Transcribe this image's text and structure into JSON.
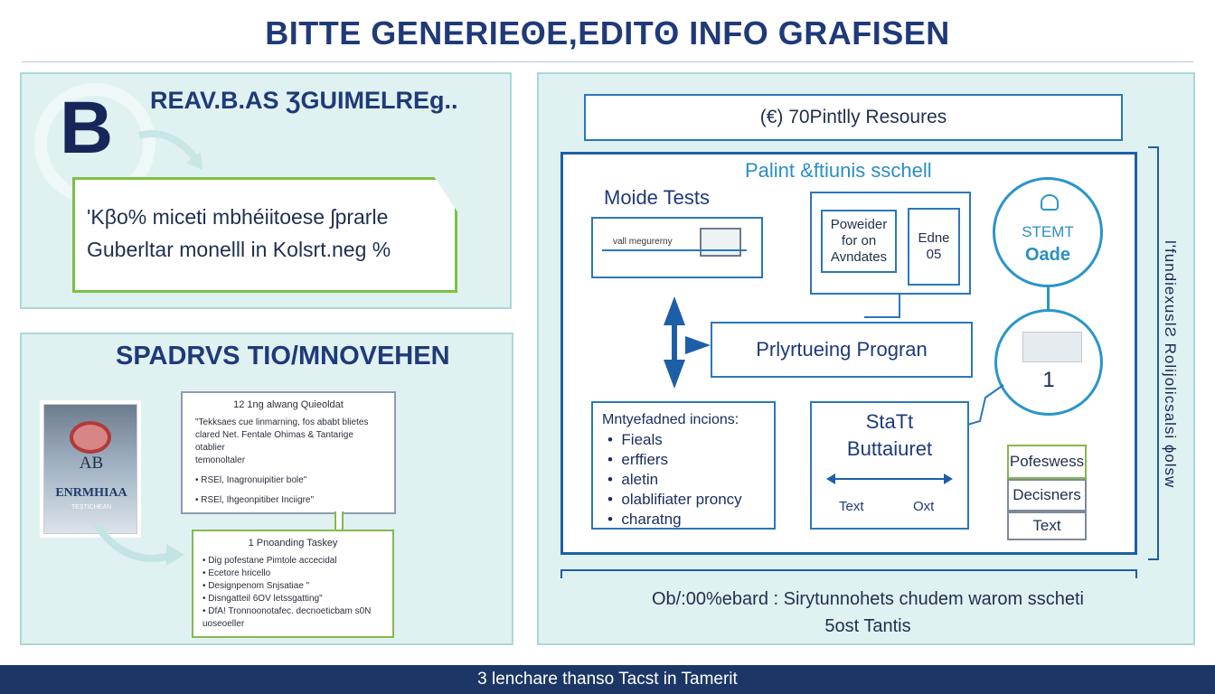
{
  "header": {
    "title": "BITTE GENERIEʘE,EDITʘ INFO GRAFISEN"
  },
  "left_top": {
    "badge_letter": "B",
    "heading": "REAV.B.AS ƷGUIMELREg..",
    "callout_line1": "'Kβo% miceti mbhéiitoese ʃprarle",
    "callout_line2": "Guberltar monelll in Kolsrt.neg %"
  },
  "left_bottom": {
    "heading": "SPADRVS TIO/MNOVEHEN",
    "book_line1": "AB",
    "book_line2": "ENRMHIAA",
    "book_line3": "TESTICHEAN",
    "card1": {
      "title": "12 1ng alwang Quieoldat",
      "line1": "\"Tekksaes cue linmarning, fos ababt blietes",
      "line2": "clared Net. Fentale Ohimas & Tantarige otablier",
      "line3": "temonoltaler",
      "line4": "• RSEl, Inagronuipitier bole\"",
      "line5": "• RSEl, Ihgeonpitiber Inciigre\""
    },
    "card2": {
      "title": "1 Pnoanding Taskey",
      "line1": "• Dig pofestane Pimtole accecidal",
      "line2": "• Ecetore hricello",
      "line3": "• Designpenom Snjsatiae \"",
      "line4": "• Disngatteil 6OV letssgatting\"",
      "line5": "• DfA! Tronnoonotafec. decnoeticbam s0N",
      "line6": "uoseoeller"
    }
  },
  "right": {
    "top_box": "(€) 70Pintlly Resoures",
    "inner_title": "Palint &ftiunis sschell",
    "mode_tests": "Moide Tests",
    "mode_tests_sub": "vall megurerny",
    "powder_card": "Poweider for on Avndates",
    "edn_card": "Edne 05",
    "circle_top_line1": "STEMT",
    "circle_top_line2": "Oade",
    "circle_mid_num": "1",
    "program_box": "Prlyrtueing Progran",
    "list_title": "Mntyefadned incions:",
    "list_items": [
      "Fieals",
      "erffiers",
      "aletin",
      "olablifiater proncy",
      "charatng"
    ],
    "start_title_1": "StaTt",
    "start_title_2": "Buttaiuret",
    "start_text_left": "Text",
    "start_text_right": "Oxt",
    "stack_items": [
      "Pofeswess",
      "Decisners",
      "Text"
    ],
    "vertical_text": "l'fundiexuslƧ Rolijolicsalsi ɸolsw",
    "bottom_line1": "Ob/:00%ebard : Sirytunnohets chudem warom sscheti",
    "bottom_line2": "5ost Tantis"
  },
  "footer": {
    "text": "3 lenchare thanso Tacst in Tamerit"
  }
}
